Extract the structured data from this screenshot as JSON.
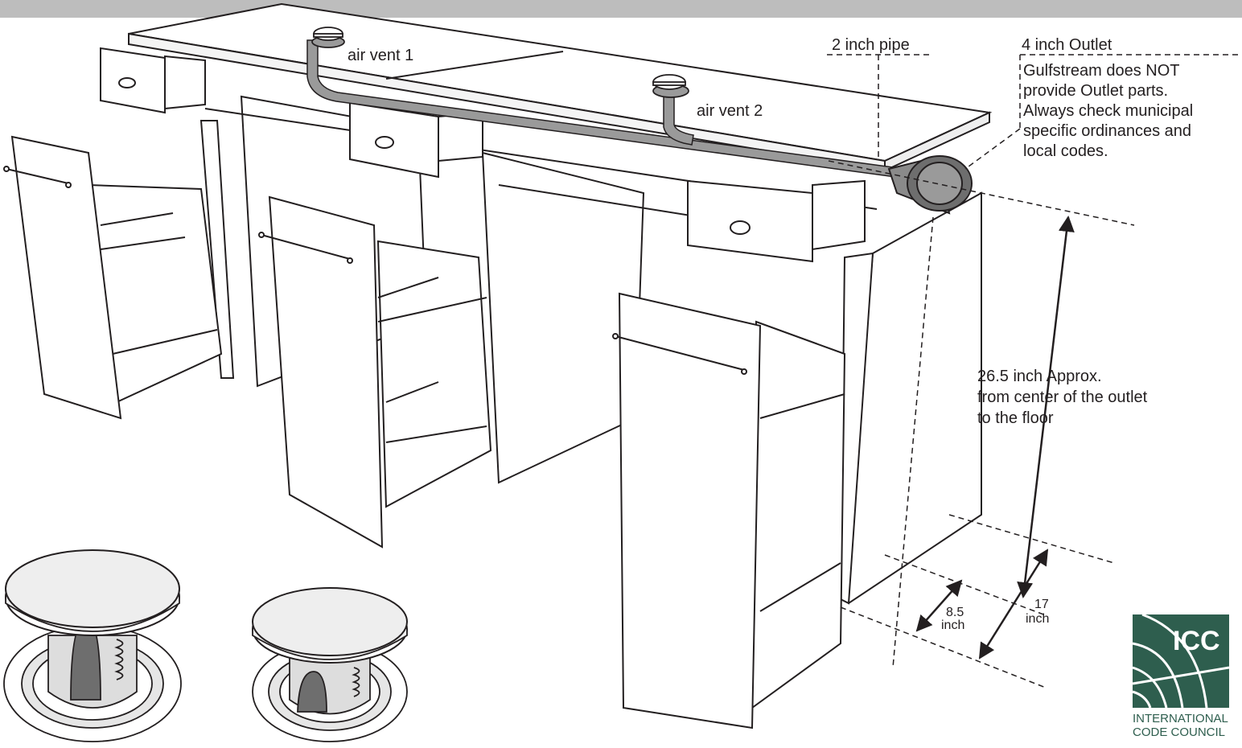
{
  "labels": {
    "air_vent_1": "air vent 1",
    "air_vent_2": "air vent 2",
    "pipe": "2 inch pipe",
    "outlet_title": "4 inch Outlet",
    "outlet_note": [
      "Gulfstream does NOT",
      "provide Outlet parts.",
      "Always check municipal",
      "specific ordinances and",
      "local codes."
    ],
    "height_note": [
      "26.5 inch Approx.",
      "from center of the outlet",
      "to the floor"
    ],
    "dim_8_5": [
      "8.5",
      "inch"
    ],
    "dim_17": [
      "17",
      "inch"
    ]
  },
  "logo": {
    "abbr": "ICC",
    "name_line1": "INTERNATIONAL",
    "name_line2": "CODE COUNCIL",
    "color": "#2e5e4e"
  },
  "colors": {
    "pipe": "#9a9a9a",
    "outline": "#231f20",
    "vent_shade": "#6e6e6e"
  }
}
